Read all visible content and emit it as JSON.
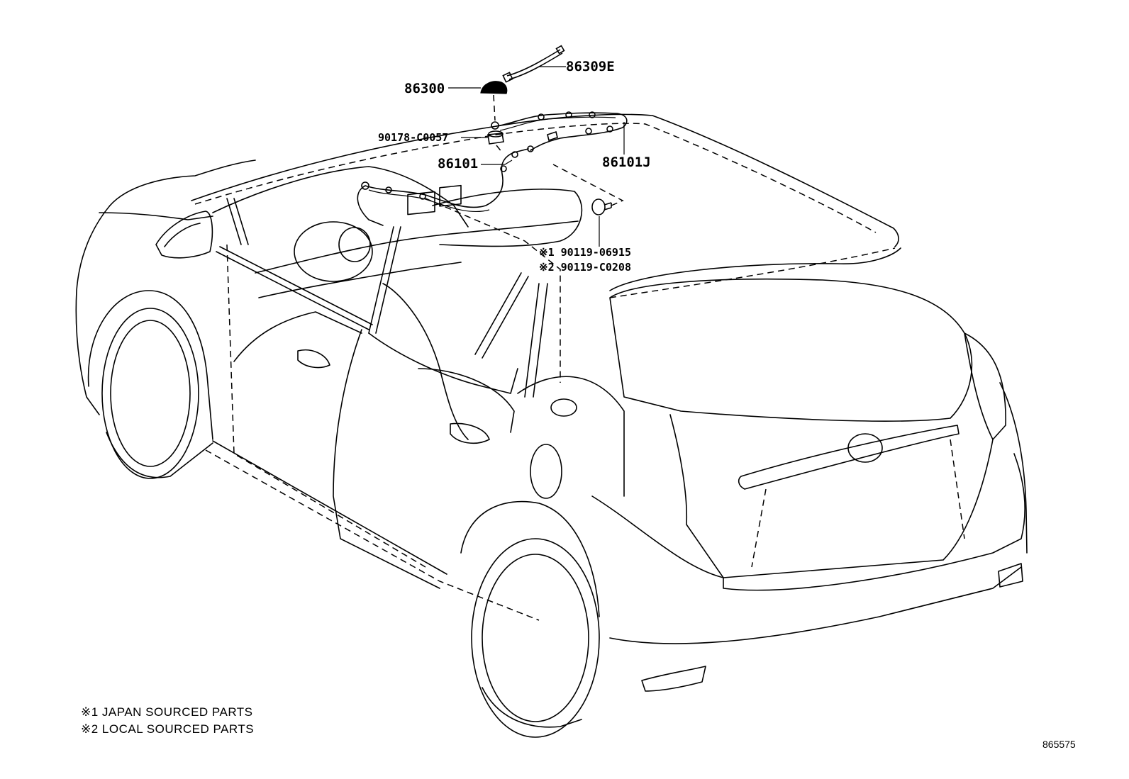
{
  "diagram": {
    "callouts": {
      "p86309E": "86309E",
      "p86300": "86300",
      "p90178": "90178-C0057",
      "p86101": "86101",
      "p86101J": "86101J",
      "p90119a_mark": "※1",
      "p90119a": "90119-06915",
      "p90119b_mark": "※2",
      "p90119b": "90119-C0208"
    },
    "notes": {
      "note1": "※1  JAPAN SOURCED PARTS",
      "note2": "※2  LOCAL SOURCED PARTS"
    },
    "illustration_number": "865575"
  }
}
